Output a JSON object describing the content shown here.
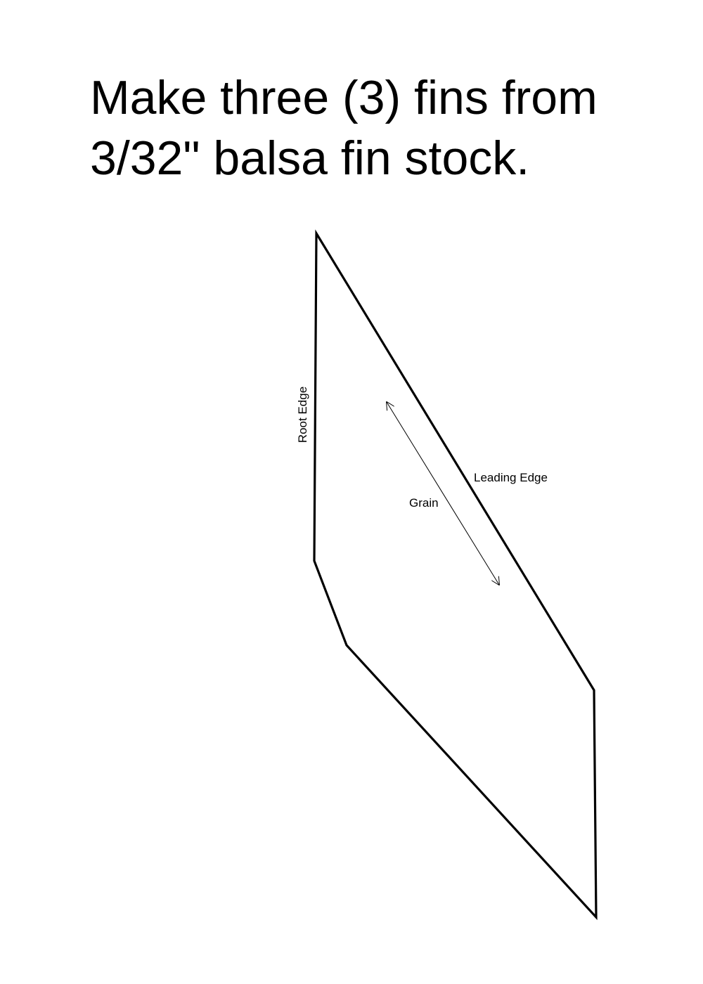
{
  "title": {
    "line1": "Make three (3) fins from",
    "line2": "3/32\" balsa fin stock."
  },
  "labels": {
    "root_edge": "Root Edge",
    "leading_edge": "Leading Edge",
    "grain": "Grain"
  },
  "colors": {
    "ink": "#000000",
    "background": "#ffffff"
  }
}
